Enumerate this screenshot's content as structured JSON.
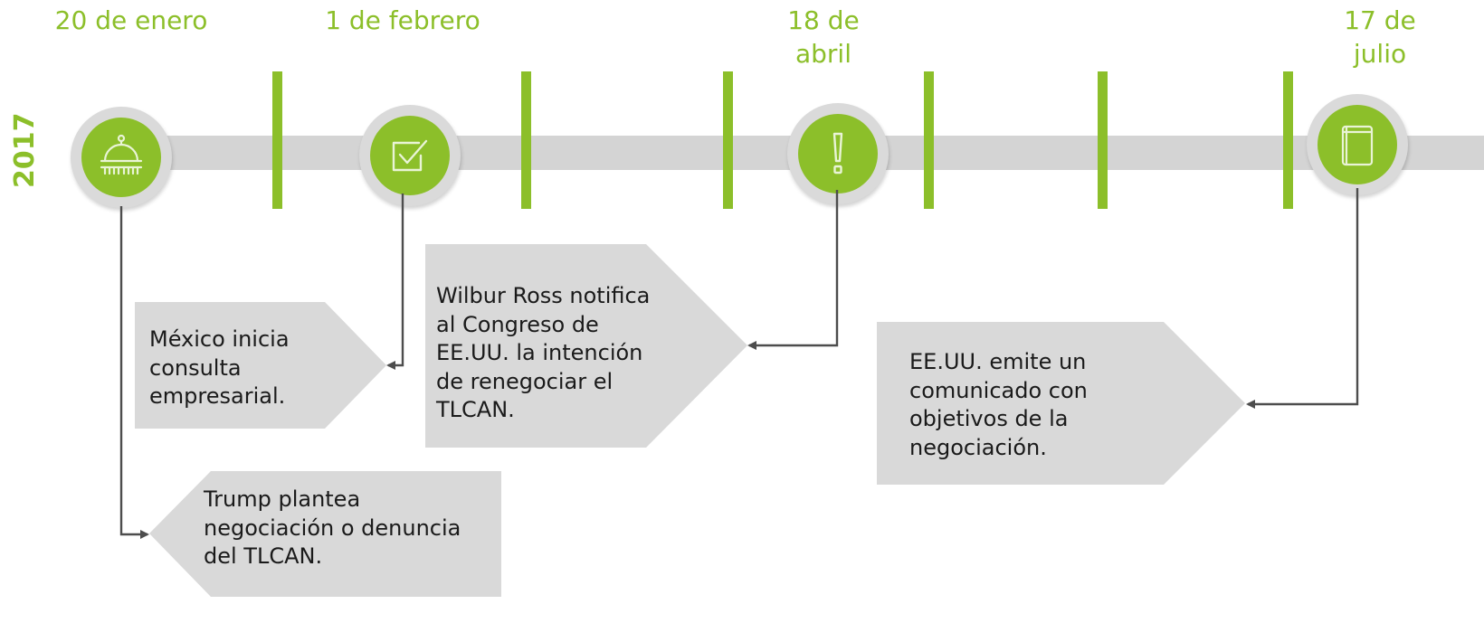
{
  "year": "2017",
  "colors": {
    "accent": "#8cbf2a",
    "track": "#d4d4d4",
    "box": "#d9d9d9",
    "connector": "#4d4d4d"
  },
  "dates": {
    "jan20": "20 de enero",
    "feb1": "1 de febrero",
    "apr18": "18 de\nabril",
    "jul17": "17 de\njulio"
  },
  "icons": {
    "jan20": "capitol-dome-icon",
    "feb1": "checkbox-icon",
    "apr18": "exclamation-icon",
    "jul17": "book-icon"
  },
  "events": {
    "mexico": "México inicia\nconsulta\nempresarial.",
    "ross": "Wilbur Ross notifica\nal Congreso de\nEE.UU. la intención\nde renegociar el\nTLCAN.",
    "usa": "EE.UU. emite un\ncomunicado con\nobjetivos de la\nnegociación.",
    "trump": "Trump plantea\nnegociación o denuncia\ndel TLCAN."
  }
}
